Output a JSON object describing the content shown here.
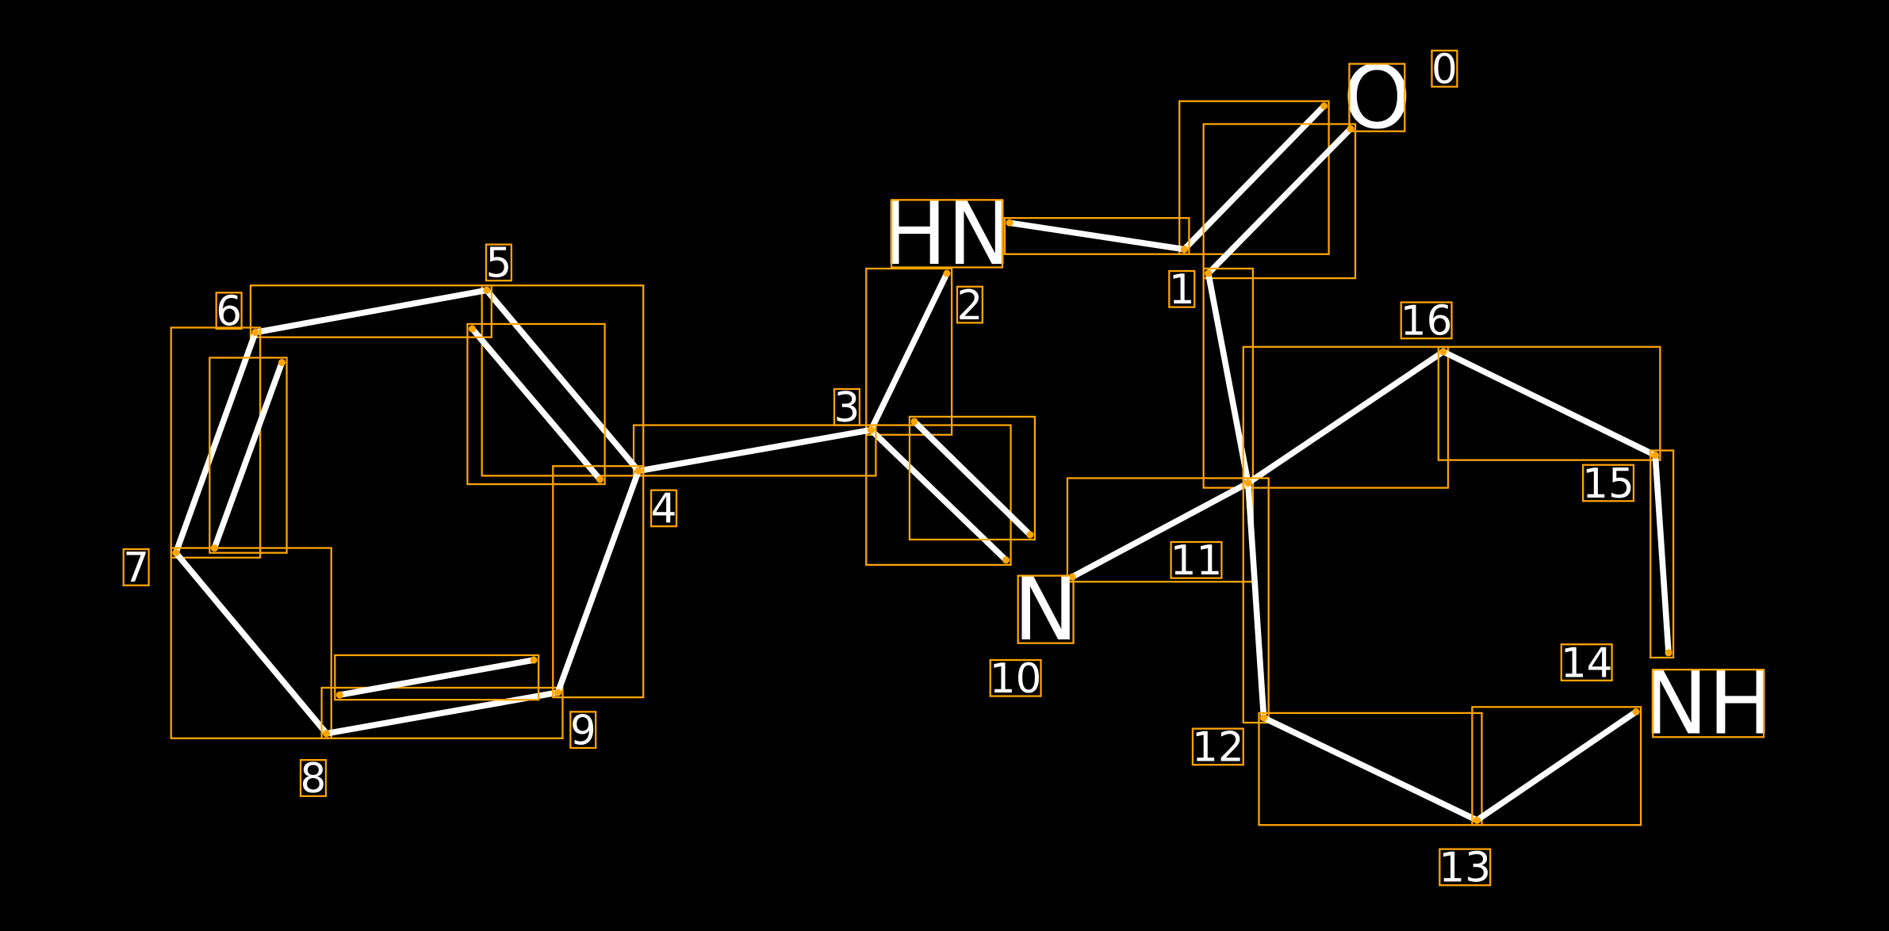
{
  "diagram": {
    "type": "molecule",
    "colors": {
      "background": "#000000",
      "bond": "#ffffff",
      "box": "#ffa500"
    },
    "atoms": [
      {
        "index": "0",
        "label": "O"
      },
      {
        "index": "1",
        "label": ""
      },
      {
        "index": "2",
        "label": "HN"
      },
      {
        "index": "3",
        "label": ""
      },
      {
        "index": "4",
        "label": ""
      },
      {
        "index": "5",
        "label": ""
      },
      {
        "index": "6",
        "label": ""
      },
      {
        "index": "7",
        "label": ""
      },
      {
        "index": "8",
        "label": ""
      },
      {
        "index": "9",
        "label": ""
      },
      {
        "index": "10",
        "label": "N"
      },
      {
        "index": "11",
        "label": ""
      },
      {
        "index": "12",
        "label": ""
      },
      {
        "index": "13",
        "label": ""
      },
      {
        "index": "14",
        "label": "NH"
      },
      {
        "index": "15",
        "label": ""
      },
      {
        "index": "16",
        "label": ""
      }
    ],
    "bonds": [
      {
        "from": 1,
        "to": 0,
        "order": 2
      },
      {
        "from": 2,
        "to": 1,
        "order": 1
      },
      {
        "from": 2,
        "to": 3,
        "order": 1
      },
      {
        "from": 3,
        "to": 10,
        "order": 2
      },
      {
        "from": 3,
        "to": 4,
        "order": 1
      },
      {
        "from": 4,
        "to": 5,
        "order": 2
      },
      {
        "from": 5,
        "to": 6,
        "order": 1
      },
      {
        "from": 6,
        "to": 7,
        "order": 2
      },
      {
        "from": 7,
        "to": 8,
        "order": 1
      },
      {
        "from": 8,
        "to": 9,
        "order": 2
      },
      {
        "from": 9,
        "to": 4,
        "order": 1
      },
      {
        "from": 1,
        "to": 11,
        "order": 1
      },
      {
        "from": 11,
        "to": 10,
        "order": 1
      },
      {
        "from": 11,
        "to": 16,
        "order": 1
      },
      {
        "from": 16,
        "to": 15,
        "order": 1
      },
      {
        "from": 15,
        "to": 14,
        "order": 1
      },
      {
        "from": 11,
        "to": 12,
        "order": 1
      },
      {
        "from": 12,
        "to": 13,
        "order": 1
      },
      {
        "from": 13,
        "to": 14,
        "order": 1
      }
    ]
  }
}
